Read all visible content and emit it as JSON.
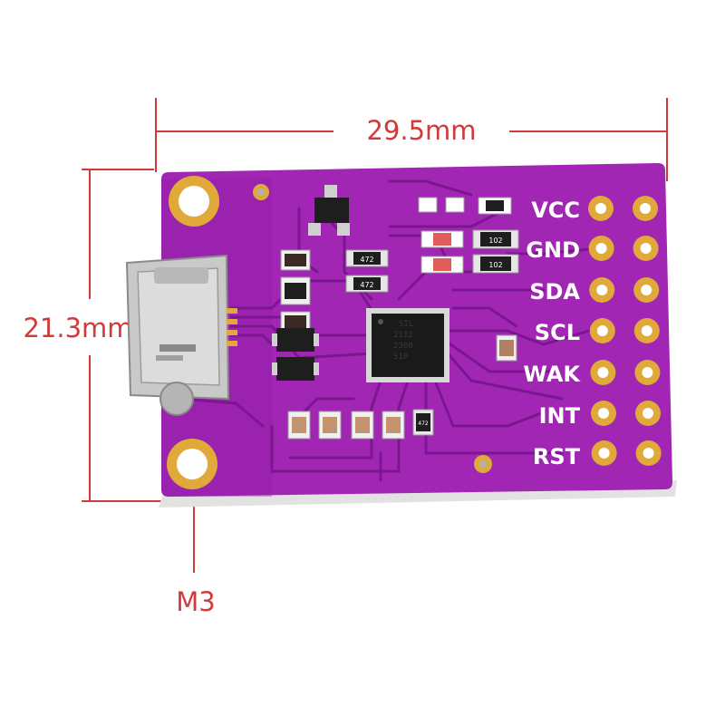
{
  "colors": {
    "pcb": "#a226b4",
    "pcb_dark": "#7d1a8f",
    "trace": "#8c1da0",
    "gold": "#e0a93a",
    "dimension": "#d23a3a"
  },
  "dimensions": {
    "width": "29.5mm",
    "height": "21.3mm",
    "hole": "M3"
  },
  "pins": [
    "VCC",
    "GND",
    "SDA",
    "SCL",
    "WAK",
    "INT",
    "RST"
  ],
  "markings": {
    "r1": "102",
    "r2": "102",
    "r3": "472",
    "r4": "472",
    "r5": "472",
    "chip": [
      "SIL",
      "2112",
      "2300",
      "S1P"
    ]
  }
}
